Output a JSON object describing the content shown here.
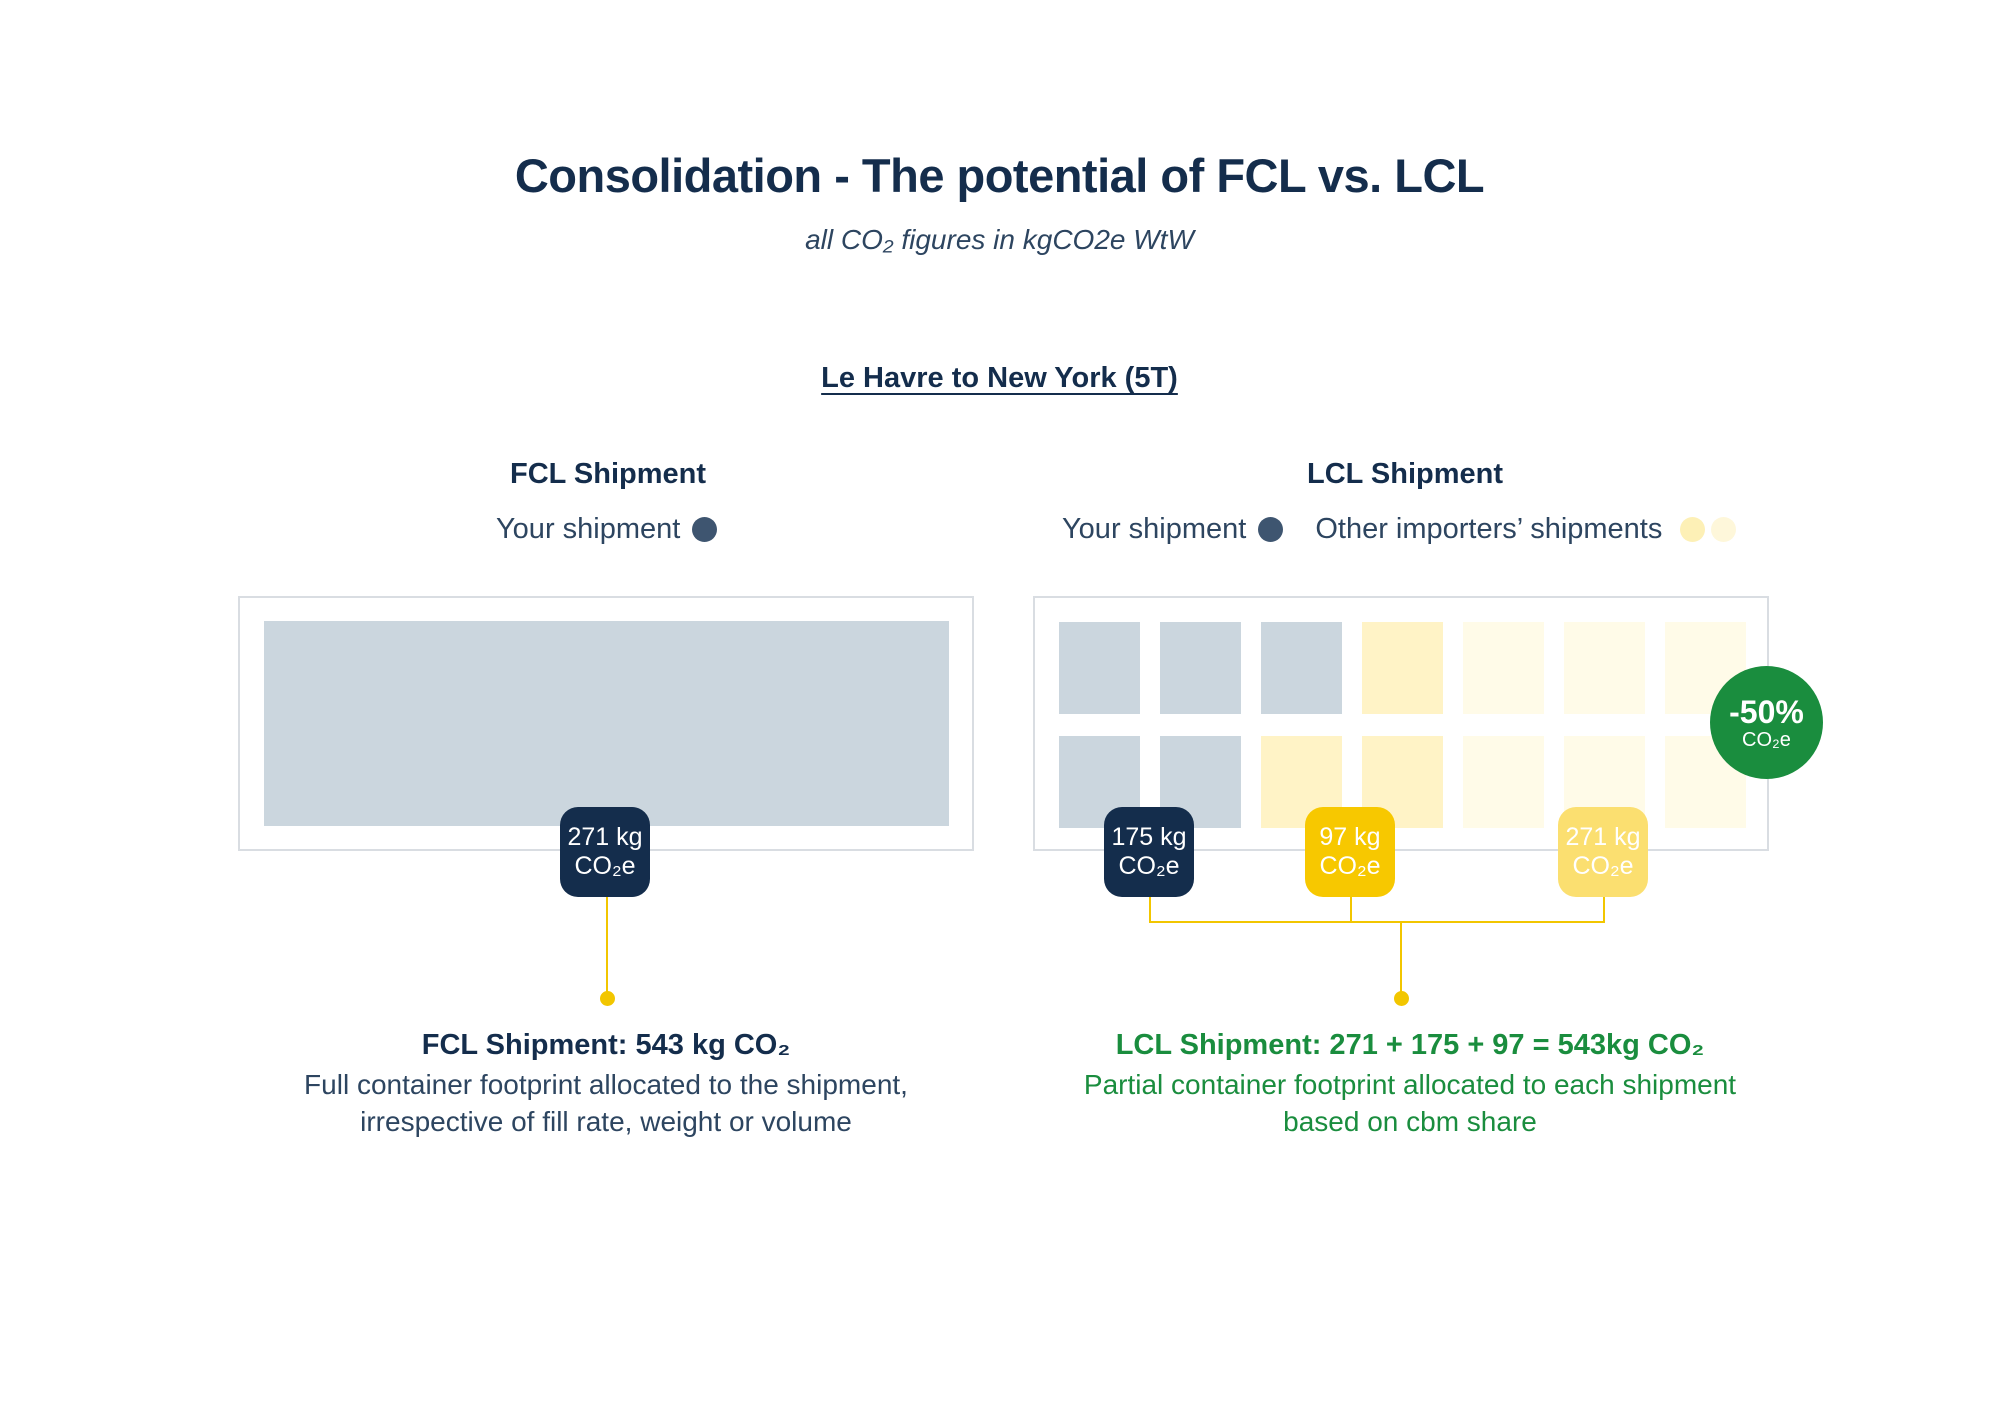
{
  "header": {
    "title": "Consolidation - The potential of FCL vs. LCL",
    "subtitle": "all CO₂ figures in kgCO2e WtW",
    "route": "Le Havre to New York (5T)"
  },
  "fcl": {
    "title": "FCL Shipment",
    "legend_your": "Your shipment",
    "badge": {
      "value": "271 kg",
      "unit": "CO₂e"
    },
    "note_title": "FCL Shipment: 543 kg CO₂",
    "note_line1": "Full container footprint allocated to the shipment,",
    "note_line2": "irrespective of fill rate, weight or volume"
  },
  "lcl": {
    "title": "LCL Shipment",
    "legend_your": "Your shipment",
    "legend_other": "Other importers’ shipments",
    "badges": [
      {
        "value": "175 kg",
        "unit": "CO₂e"
      },
      {
        "value": "97 kg",
        "unit": "CO₂e"
      },
      {
        "value": "271 kg",
        "unit": "CO₂e"
      }
    ],
    "reduction": {
      "value": "-50%",
      "unit": "CO₂e"
    },
    "note_title": "LCL Shipment: 271 + 175 + 97 = 543kg CO₂",
    "note_line1": "Partial container footprint allocated to each shipment",
    "note_line2": "based on cbm share"
  },
  "colors": {
    "navy": "#142d4c",
    "your_shipment": "#cbd6de",
    "other_1": "#fff3c6",
    "other_2": "#fffbe8",
    "gold": "#f7c800",
    "green": "#1a8d3e"
  }
}
